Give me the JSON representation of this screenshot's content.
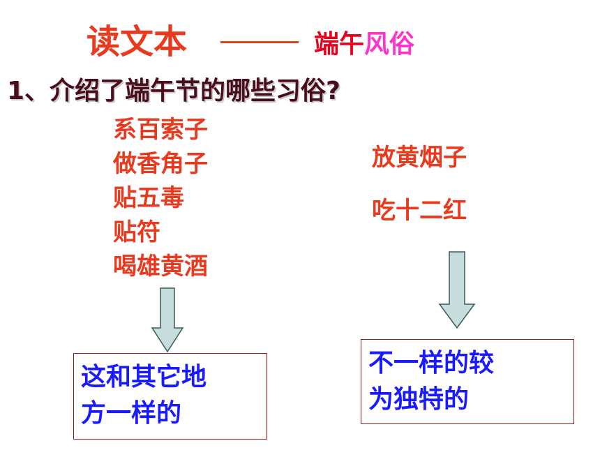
{
  "title": {
    "main": "读文本",
    "sub_part1": "端午",
    "sub_part2": "风俗"
  },
  "question": "1、介绍了端午节的哪些习俗?",
  "customs_common": [
    "系百索子",
    "做香角子",
    "贴五毒",
    "贴符",
    "喝雄黄酒"
  ],
  "customs_unique": [
    "放黄烟子",
    "吃十二红"
  ],
  "box_left": {
    "line1": "这和其它地",
    "line2": "方一样的"
  },
  "box_right": {
    "line1": "不一样的较",
    "line2": "为独特的"
  },
  "colors": {
    "title": "#e83a1e",
    "sub_red": "#e8001c",
    "sub_pink": "#ff33cc",
    "question": "#4a0d1b",
    "list": "#e83a1e",
    "box_text": "#1a1aff",
    "box_border": "#8b1a1a",
    "arrow_fill": "#c7dcdc",
    "arrow_stroke": "#3a5a5a"
  }
}
